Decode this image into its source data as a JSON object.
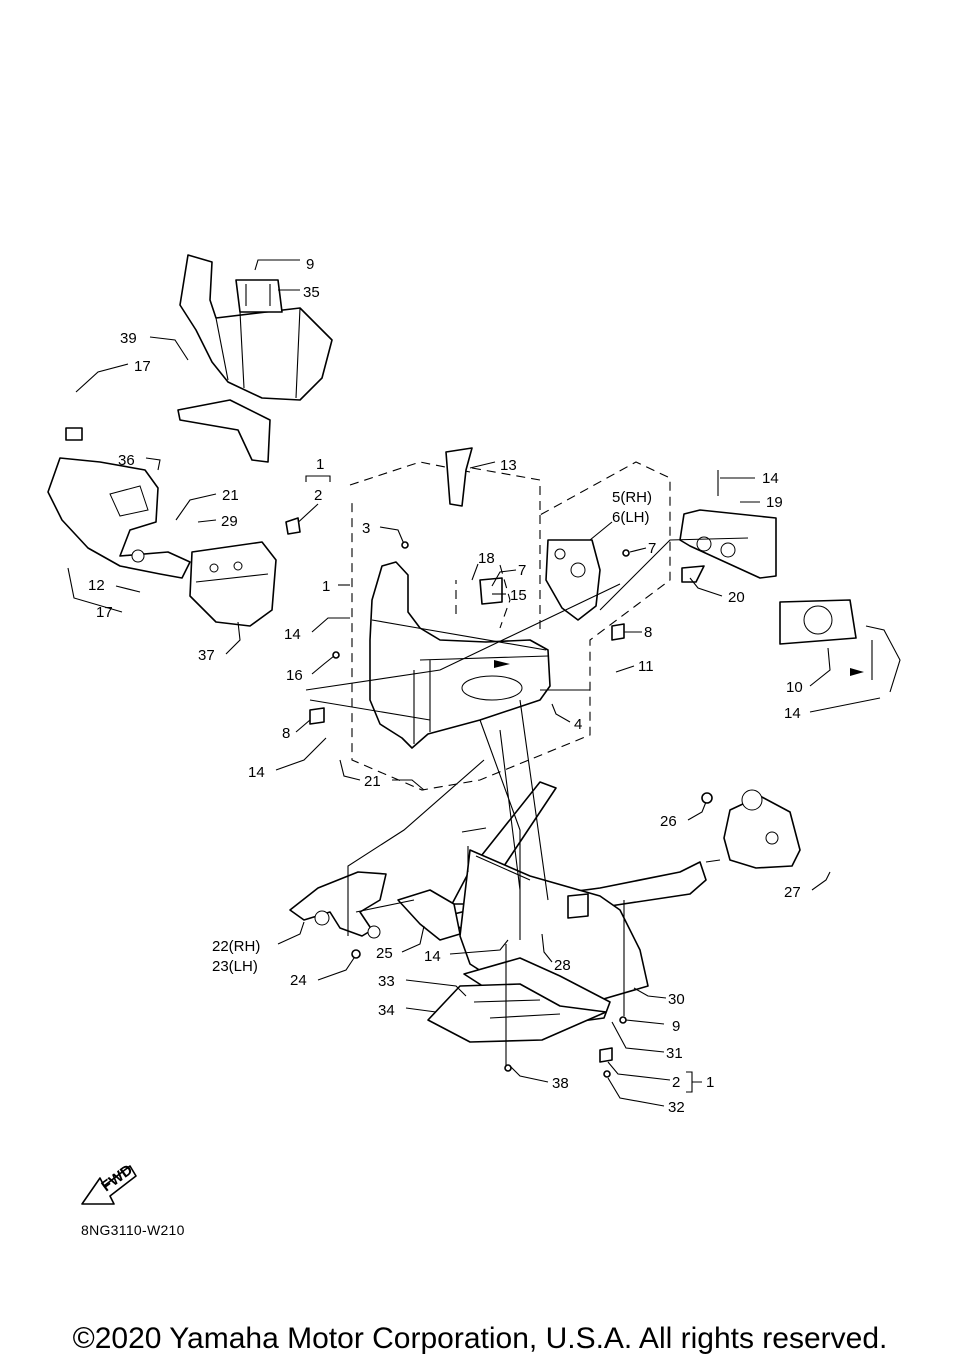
{
  "callouts": [
    {
      "id": "c-9-top",
      "text": "9"
    },
    {
      "id": "c-35",
      "text": "35"
    },
    {
      "id": "c-39",
      "text": "39"
    },
    {
      "id": "c-17-top",
      "text": "17"
    },
    {
      "id": "c-36",
      "text": "36"
    },
    {
      "id": "c-21-left",
      "text": "21"
    },
    {
      "id": "c-29",
      "text": "29"
    },
    {
      "id": "c-1-bracket-top",
      "text": "1"
    },
    {
      "id": "c-2-bracket-top",
      "text": "2"
    },
    {
      "id": "c-13",
      "text": "13"
    },
    {
      "id": "c-14-top-right",
      "text": "14"
    },
    {
      "id": "c-19",
      "text": "19"
    },
    {
      "id": "c-5",
      "text": "5(RH)"
    },
    {
      "id": "c-6",
      "text": "6(LH)"
    },
    {
      "id": "c-3",
      "text": "3"
    },
    {
      "id": "c-18",
      "text": "18"
    },
    {
      "id": "c-7-mid",
      "text": "7"
    },
    {
      "id": "c-7-right",
      "text": "7"
    },
    {
      "id": "c-15",
      "text": "15"
    },
    {
      "id": "c-1-frame",
      "text": "1"
    },
    {
      "id": "c-12",
      "text": "12"
    },
    {
      "id": "c-17-low",
      "text": "17"
    },
    {
      "id": "c-20",
      "text": "20"
    },
    {
      "id": "c-8-right",
      "text": "8"
    },
    {
      "id": "c-14-mid-left",
      "text": "14"
    },
    {
      "id": "c-37",
      "text": "37"
    },
    {
      "id": "c-16",
      "text": "16"
    },
    {
      "id": "c-11",
      "text": "11"
    },
    {
      "id": "c-10",
      "text": "10"
    },
    {
      "id": "c-4",
      "text": "4"
    },
    {
      "id": "c-14-right",
      "text": "14"
    },
    {
      "id": "c-8-left",
      "text": "8"
    },
    {
      "id": "c-14-left",
      "text": "14"
    },
    {
      "id": "c-21-bottom",
      "text": "21"
    },
    {
      "id": "c-26",
      "text": "26"
    },
    {
      "id": "c-27",
      "text": "27"
    },
    {
      "id": "c-22",
      "text": "22(RH)"
    },
    {
      "id": "c-23",
      "text": "23(LH)"
    },
    {
      "id": "c-25",
      "text": "25"
    },
    {
      "id": "c-14-bottom",
      "text": "14"
    },
    {
      "id": "c-28",
      "text": "28"
    },
    {
      "id": "c-24",
      "text": "24"
    },
    {
      "id": "c-33",
      "text": "33"
    },
    {
      "id": "c-30",
      "text": "30"
    },
    {
      "id": "c-34",
      "text": "34"
    },
    {
      "id": "c-9-bottom",
      "text": "9"
    },
    {
      "id": "c-31",
      "text": "31"
    },
    {
      "id": "c-2-bottom",
      "text": "2"
    },
    {
      "id": "c-1-bottom",
      "text": "1"
    },
    {
      "id": "c-38",
      "text": "38"
    },
    {
      "id": "c-32",
      "text": "32"
    }
  ],
  "fwd_label": "FWD",
  "diagram_code": "8NG3110-W210",
  "copyright": "©2020 Yamaha Motor Corporation, U.S.A. All rights reserved."
}
